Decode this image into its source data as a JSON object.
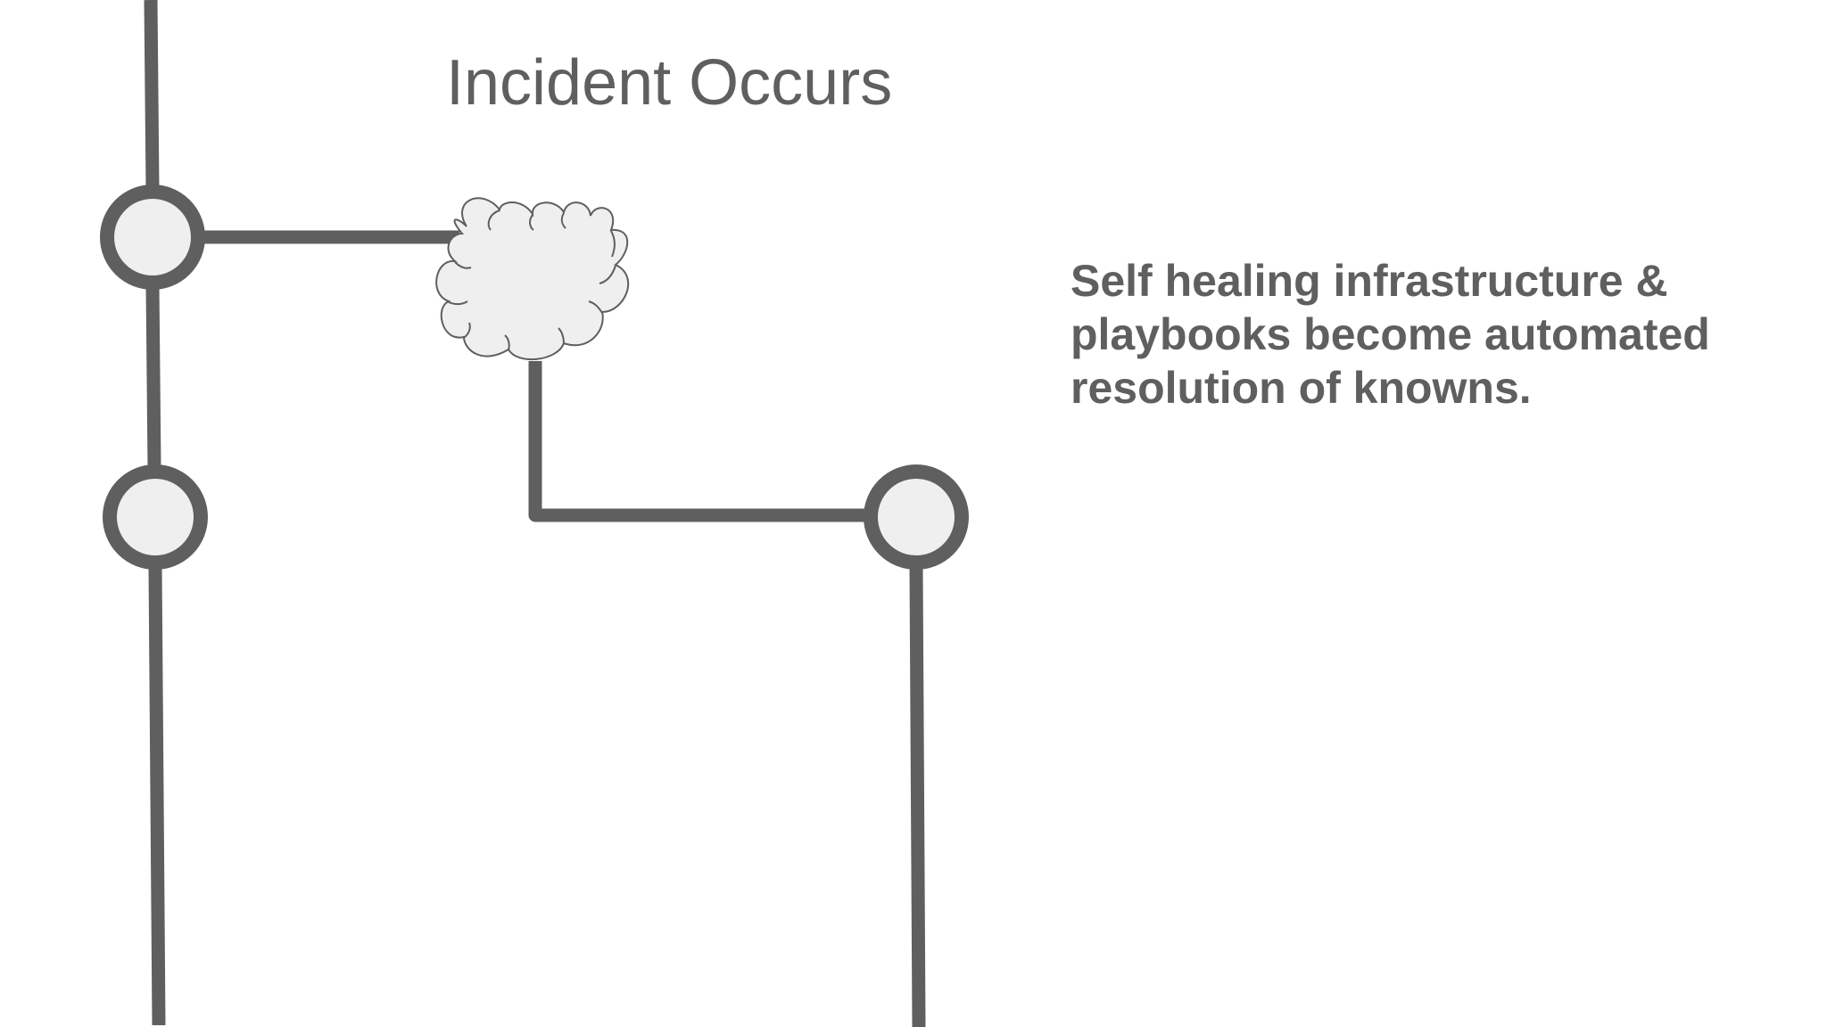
{
  "title": "Incident Occurs",
  "description": {
    "lines": [
      "Self healing infrastructure &",
      "playbooks become automated",
      "resolution of knowns."
    ]
  },
  "colors": {
    "line": "#5f5f5f",
    "node_fill": "#efefef",
    "cloud_stroke": "#5f5f5f",
    "text": "#5f5f5f"
  }
}
